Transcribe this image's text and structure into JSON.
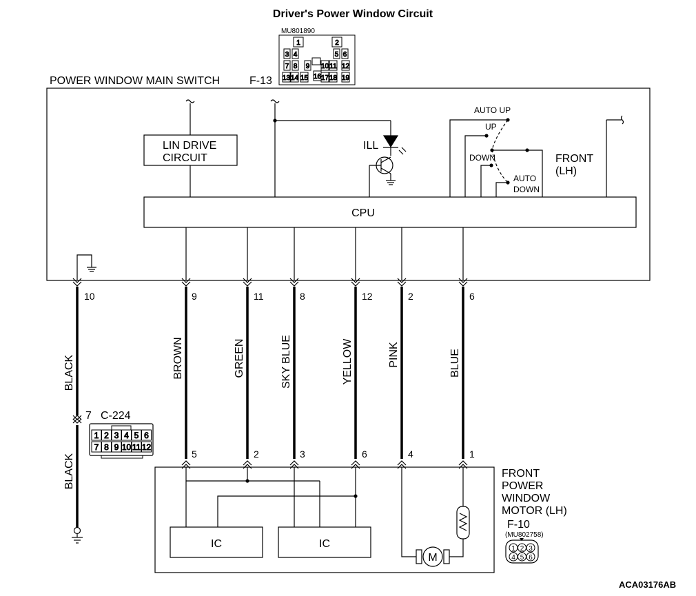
{
  "title": "Driver's Power Window Circuit",
  "figure_id": "ACA03176AB",
  "main_switch": {
    "label": "POWER WINDOW MAIN SWITCH",
    "connector": "F-13",
    "connector_part": "MU801890",
    "connector_pins": [
      "1",
      "2",
      "3",
      "4",
      "5",
      "6",
      "7",
      "8",
      "9",
      "10",
      "11",
      "12",
      "13",
      "14",
      "15",
      "16",
      "17",
      "18",
      "19"
    ],
    "lin_drive": [
      "LIN DRIVE",
      "CIRCUIT"
    ],
    "cpu": "CPU",
    "ill": "ILL",
    "switch_positions": {
      "auto_up": "AUTO UP",
      "up": "UP",
      "down": "DOWN",
      "auto_down": [
        "AUTO",
        "DOWN"
      ]
    },
    "front_lh": [
      "FRONT",
      "(LH)"
    ]
  },
  "wires": [
    {
      "pin_top": "10",
      "color": "BLACK"
    },
    {
      "pin_top": "9",
      "pin_bottom": "5",
      "color": "BROWN"
    },
    {
      "pin_top": "11",
      "pin_bottom": "2",
      "color": "GREEN"
    },
    {
      "pin_top": "8",
      "pin_bottom": "3",
      "color": "SKY BLUE"
    },
    {
      "pin_top": "12",
      "pin_bottom": "6",
      "color": "YELLOW"
    },
    {
      "pin_top": "2",
      "pin_bottom": "4",
      "color": "PINK"
    },
    {
      "pin_top": "6",
      "pin_bottom": "1",
      "color": "BLUE"
    }
  ],
  "ground_lower_wire": "BLACK",
  "intermediate_connector": {
    "pin": "7",
    "name": "C-224",
    "pins": [
      "1",
      "2",
      "3",
      "4",
      "5",
      "6",
      "7",
      "8",
      "9",
      "10",
      "11",
      "12"
    ]
  },
  "motor": {
    "label": [
      "FRONT",
      "POWER",
      "WINDOW",
      "MOTOR (LH)"
    ],
    "connector": "F-10",
    "connector_part": "(MU802758)",
    "connector_pins": [
      "1",
      "2",
      "3",
      "4",
      "5",
      "6"
    ],
    "ic_left": "IC",
    "ic_right": "IC",
    "motor_symbol": "M"
  }
}
